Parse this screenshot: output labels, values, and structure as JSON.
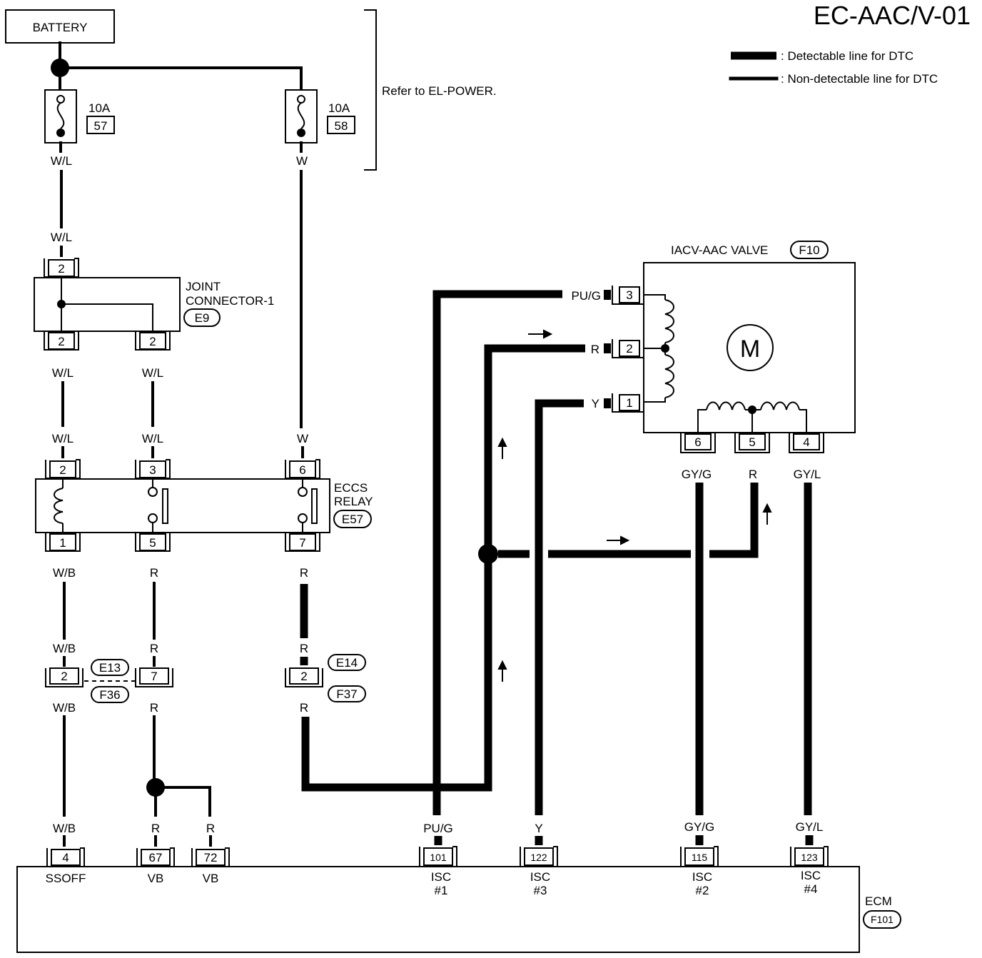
{
  "page_code": "EC-AAC/V-01",
  "legend": {
    "detectable": ": Detectable line for DTC",
    "non_detectable": ": Non-detectable line for DTC"
  },
  "battery": "BATTERY",
  "power_note": "Refer to EL-POWER.",
  "fuses": [
    {
      "rating": "10A",
      "number": "57",
      "wire": "W/L"
    },
    {
      "rating": "10A",
      "number": "58",
      "wire": "W"
    }
  ],
  "joint_connector": {
    "name_line1": "JOINT",
    "name_line2": "CONNECTOR-1",
    "connector_id": "E9",
    "pin_top": "2",
    "pin_bottom_left": "2",
    "pin_bottom_right": "2"
  },
  "eccs_relay": {
    "name_line1": "ECCS",
    "name_line2": "RELAY",
    "connector_id": "E57",
    "pins_top": [
      "2",
      "3",
      "6"
    ],
    "pins_bottom": [
      "1",
      "5",
      "7"
    ]
  },
  "iacv": {
    "name": "IACV-AAC VALVE",
    "connector_id": "F10",
    "motor": "M",
    "pins_left": [
      "3",
      "2",
      "1"
    ],
    "pins_bottom": [
      "6",
      "5",
      "4"
    ]
  },
  "inline_connectors": {
    "left_top_id": "E13",
    "left_bottom_id": "F36",
    "left_pins": [
      "2",
      "7"
    ],
    "right_top_id": "E14",
    "right_bottom_id": "F37",
    "right_pin": "2"
  },
  "ecm": {
    "name": "ECM",
    "connector_id": "F101",
    "terminals": [
      {
        "pin": "4",
        "wire": "W/B",
        "label": "SSOFF",
        "label2": ""
      },
      {
        "pin": "67",
        "wire": "R",
        "label": "VB",
        "label2": ""
      },
      {
        "pin": "72",
        "wire": "R",
        "label": "VB",
        "label2": ""
      },
      {
        "pin": "101",
        "wire": "PU/G",
        "label": "ISC",
        "label2": "#1"
      },
      {
        "pin": "122",
        "wire": "Y",
        "label": "ISC",
        "label2": "#3"
      },
      {
        "pin": "115",
        "wire": "GY/G",
        "label": "ISC",
        "label2": "#2"
      },
      {
        "pin": "123",
        "wire": "GY/L",
        "label": "ISC",
        "label2": "#4"
      }
    ]
  },
  "wire_labels": {
    "wl": "W/L",
    "w": "W",
    "wb": "W/B",
    "r": "R",
    "pug": "PU/G",
    "y": "Y",
    "gyg": "GY/G",
    "gyl": "GY/L"
  },
  "colors": {
    "ink": "#000000",
    "paper": "#ffffff"
  },
  "line_styles": {
    "detectable": "thick",
    "non_detectable": "thin"
  }
}
